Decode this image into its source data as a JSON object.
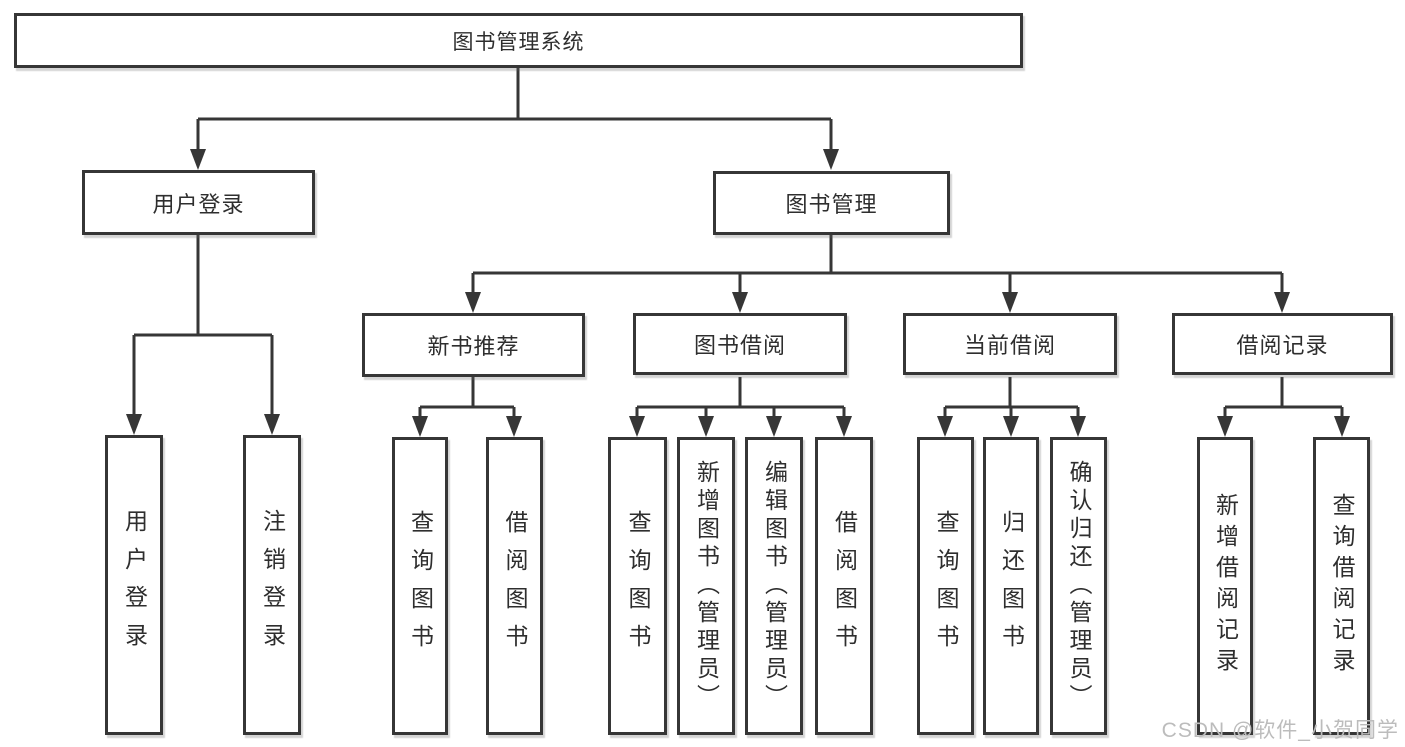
{
  "diagram": {
    "root": {
      "label": "图书管理系统"
    },
    "level2": [
      {
        "label": "用户登录"
      },
      {
        "label": "图书管理"
      }
    ],
    "level3": [
      {
        "label": "新书推荐"
      },
      {
        "label": "图书借阅"
      },
      {
        "label": "当前借阅"
      },
      {
        "label": "借阅记录"
      }
    ],
    "leaves": {
      "user": [
        "用户登录",
        "注销登录"
      ],
      "recommend": [
        "查询图书",
        "借阅图书"
      ],
      "borrow": [
        "查询图书",
        "新增图书（管理员）",
        "编辑图书（管理员）",
        "借阅图书"
      ],
      "current": [
        "查询图书",
        "归还图书",
        "确认归还（管理员）"
      ],
      "records": [
        "新增借阅记录",
        "查询借阅记录"
      ]
    }
  },
  "watermark": {
    "text": "CSDN @软件_小贺同学"
  },
  "colors": {
    "line": "#363636",
    "text": "#2e2e2e",
    "background": "#ffffff",
    "watermark": "#bcbcbc"
  }
}
